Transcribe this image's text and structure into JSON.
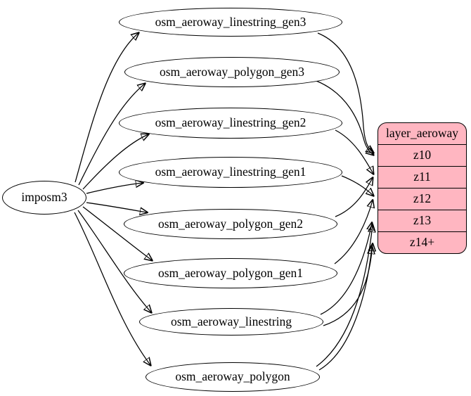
{
  "diagram": {
    "kind": "etl-graph",
    "source_node": {
      "label": "imposm3"
    },
    "table_nodes": [
      {
        "label": "osm_aeroway_linestring_gen3"
      },
      {
        "label": "osm_aeroway_polygon_gen3"
      },
      {
        "label": "osm_aeroway_linestring_gen2"
      },
      {
        "label": "osm_aeroway_linestring_gen1"
      },
      {
        "label": "osm_aeroway_polygon_gen2"
      },
      {
        "label": "osm_aeroway_polygon_gen1"
      },
      {
        "label": "osm_aeroway_linestring"
      },
      {
        "label": "osm_aeroway_polygon"
      }
    ],
    "layer_node": {
      "title": "layer_aeroway",
      "zoom_rows": [
        "z10",
        "z11",
        "z12",
        "z13",
        "z14+"
      ]
    },
    "colors": {
      "layer_fill": "#ffb6c1",
      "table_fill": "#ffffff",
      "stroke": "#000000"
    },
    "edges": [
      {
        "from": "imposm3",
        "to": "osm_aeroway_linestring_gen3"
      },
      {
        "from": "imposm3",
        "to": "osm_aeroway_polygon_gen3"
      },
      {
        "from": "imposm3",
        "to": "osm_aeroway_linestring_gen2"
      },
      {
        "from": "imposm3",
        "to": "osm_aeroway_linestring_gen1"
      },
      {
        "from": "imposm3",
        "to": "osm_aeroway_polygon_gen2"
      },
      {
        "from": "imposm3",
        "to": "osm_aeroway_polygon_gen1"
      },
      {
        "from": "imposm3",
        "to": "osm_aeroway_linestring"
      },
      {
        "from": "imposm3",
        "to": "osm_aeroway_polygon"
      },
      {
        "from": "osm_aeroway_linestring_gen3",
        "to": "layer_aeroway:z10"
      },
      {
        "from": "osm_aeroway_polygon_gen3",
        "to": "layer_aeroway:z10"
      },
      {
        "from": "osm_aeroway_linestring_gen2",
        "to": "layer_aeroway:z11"
      },
      {
        "from": "osm_aeroway_polygon_gen2",
        "to": "layer_aeroway:z11"
      },
      {
        "from": "osm_aeroway_linestring_gen1",
        "to": "layer_aeroway:z12"
      },
      {
        "from": "osm_aeroway_polygon_gen1",
        "to": "layer_aeroway:z12"
      },
      {
        "from": "osm_aeroway_linestring",
        "to": "layer_aeroway:z13"
      },
      {
        "from": "osm_aeroway_polygon",
        "to": "layer_aeroway:z13"
      },
      {
        "from": "osm_aeroway_linestring",
        "to": "layer_aeroway:z14+"
      },
      {
        "from": "osm_aeroway_polygon",
        "to": "layer_aeroway:z14+"
      }
    ]
  }
}
